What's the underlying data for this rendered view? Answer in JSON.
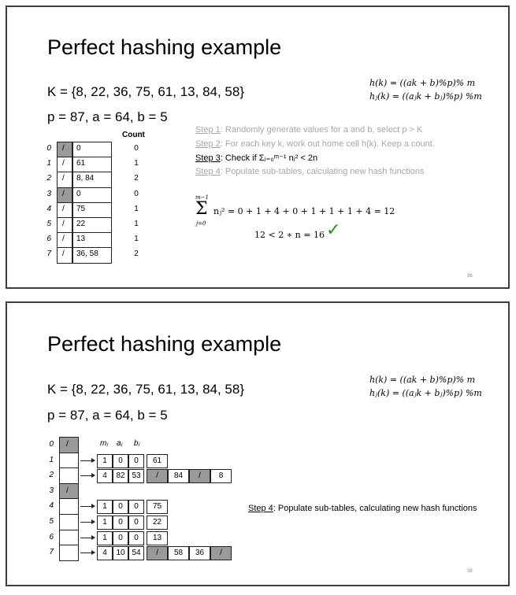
{
  "slide1": {
    "title": "Perfect hashing example",
    "kset": "K = {8, 22, 36, 75, 61, 13, 84, 58}",
    "params": "p = 87, a = 64, b = 5",
    "formula_h": "h(k) = ((ak + b)%p)% m",
    "formula_hj": "hⱼ(k) = ((aⱼk + bⱼ)%p) %m",
    "count_header": "Count",
    "table": [
      {
        "idx": "0",
        "slash": "/",
        "value": "0",
        "grey": true,
        "count": "0"
      },
      {
        "idx": "1",
        "slash": "/",
        "value": "61",
        "grey": false,
        "count": "1"
      },
      {
        "idx": "2",
        "slash": "/",
        "value": "8, 84",
        "grey": false,
        "count": "2"
      },
      {
        "idx": "3",
        "slash": "/",
        "value": "0",
        "grey": true,
        "count": "0"
      },
      {
        "idx": "4",
        "slash": "/",
        "value": "75",
        "grey": false,
        "count": "1"
      },
      {
        "idx": "5",
        "slash": "/",
        "value": "22",
        "grey": false,
        "count": "1"
      },
      {
        "idx": "6",
        "slash": "/",
        "value": "13",
        "grey": false,
        "count": "1"
      },
      {
        "idx": "7",
        "slash": "/",
        "value": "36, 58",
        "grey": false,
        "count": "2"
      }
    ],
    "steps": [
      {
        "label": "Step 1",
        "text": ": Randomly generate values for a and b, select p > K",
        "active": false
      },
      {
        "label": "Step 2",
        "text": ": For each key k, work out home cell h(k). Keep a count.",
        "active": false
      },
      {
        "label": "Step 3",
        "text": ": Check if Σⱼ₌₀ᵐ⁻¹ nⱼ² < 2n",
        "active": true
      },
      {
        "label": "Step 4",
        "text": ": Populate sub-tables, calculating new hash functions",
        "active": false
      }
    ],
    "sum_top": "m−1",
    "sum_sym": "Σ",
    "sum_bottom": "j=0",
    "sum_expr": "nⱼ² = 0 + 1 + 4 + 0 + 1 + 1 + 1 + 4 = 12",
    "check_expr": "12 < 2 ∗ n = 16",
    "check_mark": "✓",
    "page_number": "36"
  },
  "slide2": {
    "title": "Perfect hashing example",
    "kset": "K = {8, 22, 36, 75, 61, 13, 84, 58}",
    "params": "p = 87, a = 64, b = 5",
    "formula_h": "h(k) = ((ak + b)%p)% m",
    "formula_hj": "hⱼ(k) = ((aⱼk + bⱼ)%p) %m",
    "headers": {
      "m": "mⱼ",
      "a": "aⱼ",
      "b": "bⱼ"
    },
    "rows": [
      {
        "idx": "0",
        "main": "/",
        "grey": true,
        "sub": null
      },
      {
        "idx": "1",
        "main": "",
        "grey": false,
        "sub": {
          "m": "1",
          "a": "0",
          "b": "0",
          "cells": [
            {
              "v": "61",
              "g": false
            }
          ]
        }
      },
      {
        "idx": "2",
        "main": "",
        "grey": false,
        "sub": {
          "m": "4",
          "a": "82",
          "b": "53",
          "cells": [
            {
              "v": "/",
              "g": true
            },
            {
              "v": "84",
              "g": false
            },
            {
              "v": "/",
              "g": true
            },
            {
              "v": "8",
              "g": false
            }
          ]
        }
      },
      {
        "idx": "3",
        "main": "/",
        "grey": true,
        "sub": null
      },
      {
        "idx": "4",
        "main": "",
        "grey": false,
        "sub": {
          "m": "1",
          "a": "0",
          "b": "0",
          "cells": [
            {
              "v": "75",
              "g": false
            }
          ]
        }
      },
      {
        "idx": "5",
        "main": "",
        "grey": false,
        "sub": {
          "m": "1",
          "a": "0",
          "b": "0",
          "cells": [
            {
              "v": "22",
              "g": false
            }
          ]
        }
      },
      {
        "idx": "6",
        "main": "",
        "grey": false,
        "sub": {
          "m": "1",
          "a": "0",
          "b": "0",
          "cells": [
            {
              "v": "13",
              "g": false
            }
          ]
        }
      },
      {
        "idx": "7",
        "main": "",
        "grey": false,
        "sub": {
          "m": "4",
          "a": "10",
          "b": "54",
          "cells": [
            {
              "v": "/",
              "g": true
            },
            {
              "v": "58",
              "g": false
            },
            {
              "v": "36",
              "g": false
            },
            {
              "v": "/",
              "g": true
            }
          ]
        }
      }
    ],
    "step4_label": "Step 4",
    "step4_text": ": Populate sub-tables, calculating new hash functions",
    "page_number": "38"
  }
}
